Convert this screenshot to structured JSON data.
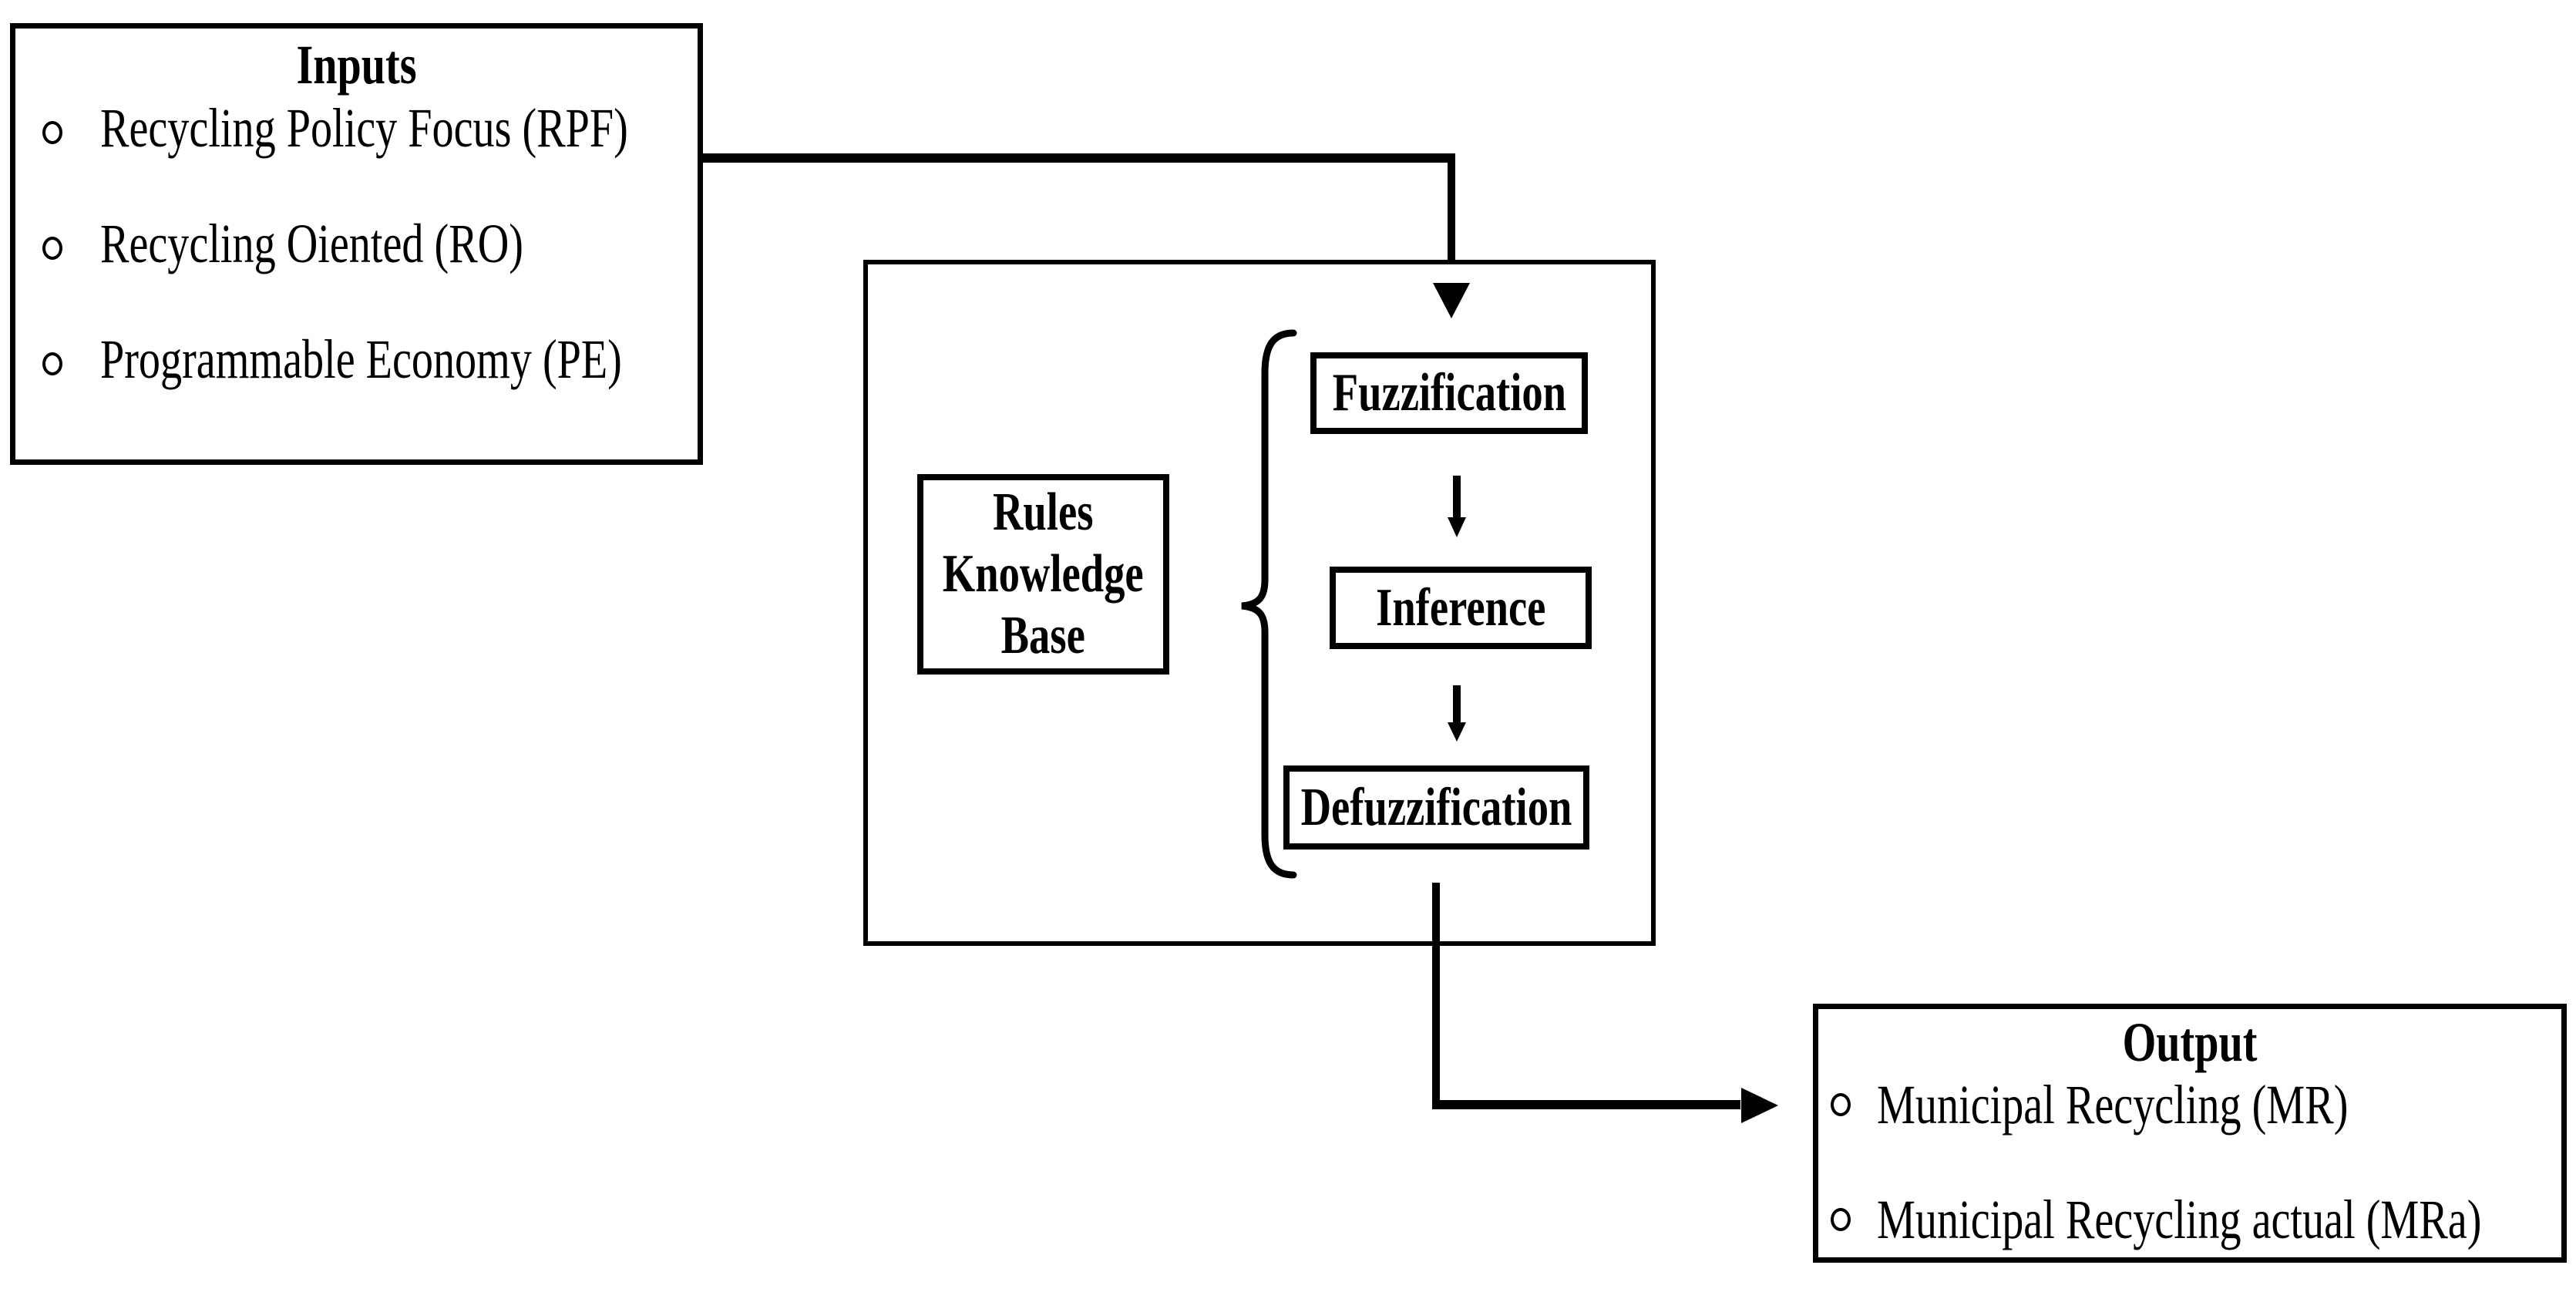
{
  "page": {
    "background_color": "#ffffff",
    "line_color": "#000000"
  },
  "inputs_box": {
    "title": "Inputs",
    "items": [
      {
        "label": "Recycling Policy Focus (RPF)"
      },
      {
        "label": "Recycling Oiented (RO)"
      },
      {
        "label": "Programmable Economy (PE)"
      }
    ]
  },
  "process_box": {
    "rules_box": {
      "lines": [
        "Rules",
        "Knowledge",
        "Base"
      ]
    },
    "steps": [
      {
        "label": "Fuzzification"
      },
      {
        "label": "Inference"
      },
      {
        "label": "Defuzzification"
      }
    ]
  },
  "output_box": {
    "title": "Output",
    "items": [
      {
        "label": "Municipal Recycling (MR)"
      },
      {
        "label": "Municipal Recycling actual (MRa)"
      }
    ]
  }
}
